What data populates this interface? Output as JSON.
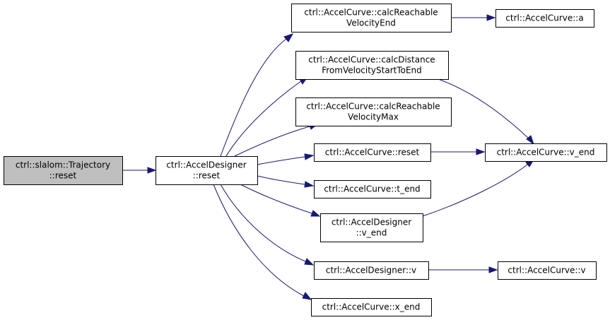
{
  "nodes": {
    "trajectory_reset": {
      "lines": [
        "ctrl::slalom::Trajectory",
        "::reset"
      ],
      "current": true
    },
    "designer_reset": {
      "lines": [
        "ctrl::AccelDesigner",
        "::reset"
      ]
    },
    "calc_reachable_velocity_end": {
      "lines": [
        "ctrl::AccelCurve::calcReachable",
        "VelocityEnd"
      ]
    },
    "curve_a": {
      "lines": [
        "ctrl::AccelCurve::a"
      ]
    },
    "calc_distance": {
      "lines": [
        "ctrl::AccelCurve::calcDistance",
        "FromVelocityStartToEnd"
      ]
    },
    "calc_reachable_velocity_max": {
      "lines": [
        "ctrl::AccelCurve::calcReachable",
        "VelocityMax"
      ]
    },
    "curve_reset": {
      "lines": [
        "ctrl::AccelCurve::reset"
      ]
    },
    "curve_v_end": {
      "lines": [
        "ctrl::AccelCurve::v_end"
      ]
    },
    "curve_t_end": {
      "lines": [
        "ctrl::AccelCurve::t_end"
      ]
    },
    "designer_v_end": {
      "lines": [
        "ctrl::AccelDesigner",
        "::v_end"
      ]
    },
    "designer_v": {
      "lines": [
        "ctrl::AccelDesigner::v"
      ]
    },
    "curve_v": {
      "lines": [
        "ctrl::AccelCurve::v"
      ]
    },
    "curve_x_end": {
      "lines": [
        "ctrl::AccelCurve::x_end"
      ]
    }
  },
  "edges": [
    [
      "trajectory_reset",
      "designer_reset"
    ],
    [
      "designer_reset",
      "calc_reachable_velocity_end"
    ],
    [
      "designer_reset",
      "calc_distance"
    ],
    [
      "designer_reset",
      "calc_reachable_velocity_max"
    ],
    [
      "designer_reset",
      "curve_reset"
    ],
    [
      "designer_reset",
      "curve_t_end"
    ],
    [
      "designer_reset",
      "designer_v_end"
    ],
    [
      "designer_reset",
      "designer_v"
    ],
    [
      "designer_reset",
      "curve_x_end"
    ],
    [
      "calc_reachable_velocity_end",
      "curve_a"
    ],
    [
      "calc_distance",
      "curve_v_end"
    ],
    [
      "curve_reset",
      "curve_v_end"
    ],
    [
      "designer_v_end",
      "curve_v_end"
    ],
    [
      "designer_v",
      "curve_v"
    ]
  ],
  "colors": {
    "edge": "#191970",
    "current_node_fill": "#bfbfbf",
    "node_fill": "#ffffff",
    "node_border": "#000000"
  }
}
